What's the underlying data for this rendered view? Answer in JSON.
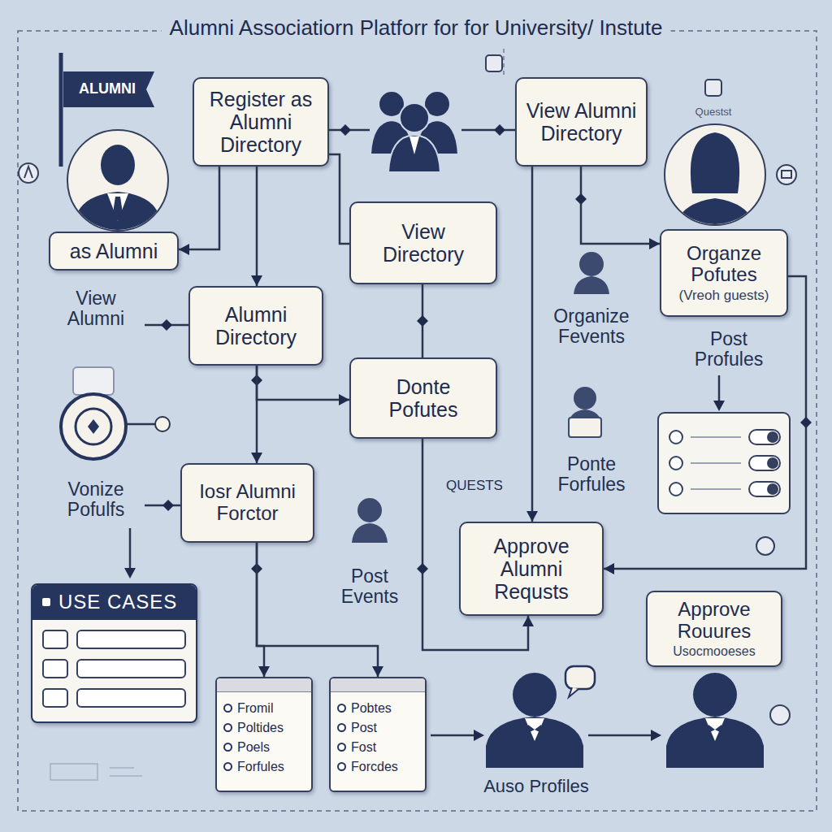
{
  "diagram": {
    "title": "Alumni Associatiorn Platforr for for University/ Instute",
    "nodes": [
      {
        "text": [
          "Register as Alumni Directory"
        ]
      },
      {
        "text": [
          "View Alumni Directory"
        ]
      },
      {
        "text": [
          "View Directory"
        ]
      },
      {
        "text": [
          "as Alumni"
        ]
      },
      {
        "text": [
          "Organze Pofutes",
          "(Vreoh guests)"
        ]
      },
      {
        "text": [
          "Alumni Directory"
        ]
      },
      {
        "text": [
          "Donte Pofutes"
        ]
      },
      {
        "text": [
          "Iosr Alumni Forctor"
        ]
      },
      {
        "text": [
          "Approve Alumni Requsts"
        ]
      },
      {
        "text": [
          "USE CASES"
        ]
      },
      {
        "text": [
          "Approve Rouures",
          "Usocmooeses"
        ]
      },
      {
        "text": [
          "Fromil",
          "Poltides",
          "Poels",
          "Forfules"
        ]
      },
      {
        "text": [
          "Pobtes",
          "Post",
          "Fost",
          "Forcdes"
        ]
      }
    ],
    "edges": [
      {
        "from": 0,
        "to": 3,
        "arrow": "to"
      },
      {
        "from": 0,
        "to": 5,
        "arrow": "to"
      },
      {
        "from": 0,
        "to": 2,
        "arrow": "none"
      },
      {
        "from": 1,
        "to": 4,
        "arrow": "to"
      },
      {
        "from": 1,
        "to": 8,
        "arrow": "to"
      },
      {
        "from": 2,
        "to": 6,
        "arrow": "none"
      },
      {
        "from": 5,
        "to": 6,
        "arrow": "to"
      },
      {
        "from": 5,
        "to": 7,
        "arrow": "to"
      },
      {
        "from": 7,
        "to": 11,
        "arrow": "to"
      },
      {
        "from": 7,
        "to": 12,
        "arrow": "to"
      },
      {
        "from": 6,
        "to": 8,
        "arrow": "to"
      },
      {
        "from": 4,
        "to": 8,
        "arrow": "to"
      }
    ],
    "labels": [
      "ALUMNI",
      "Questst",
      "View Alumni",
      "Organize Fevents",
      "Post Profules",
      "QUESTS",
      "Ponte Forfules",
      "Vonize Pofulfs",
      "Post Events",
      "Auso Profiles"
    ]
  }
}
